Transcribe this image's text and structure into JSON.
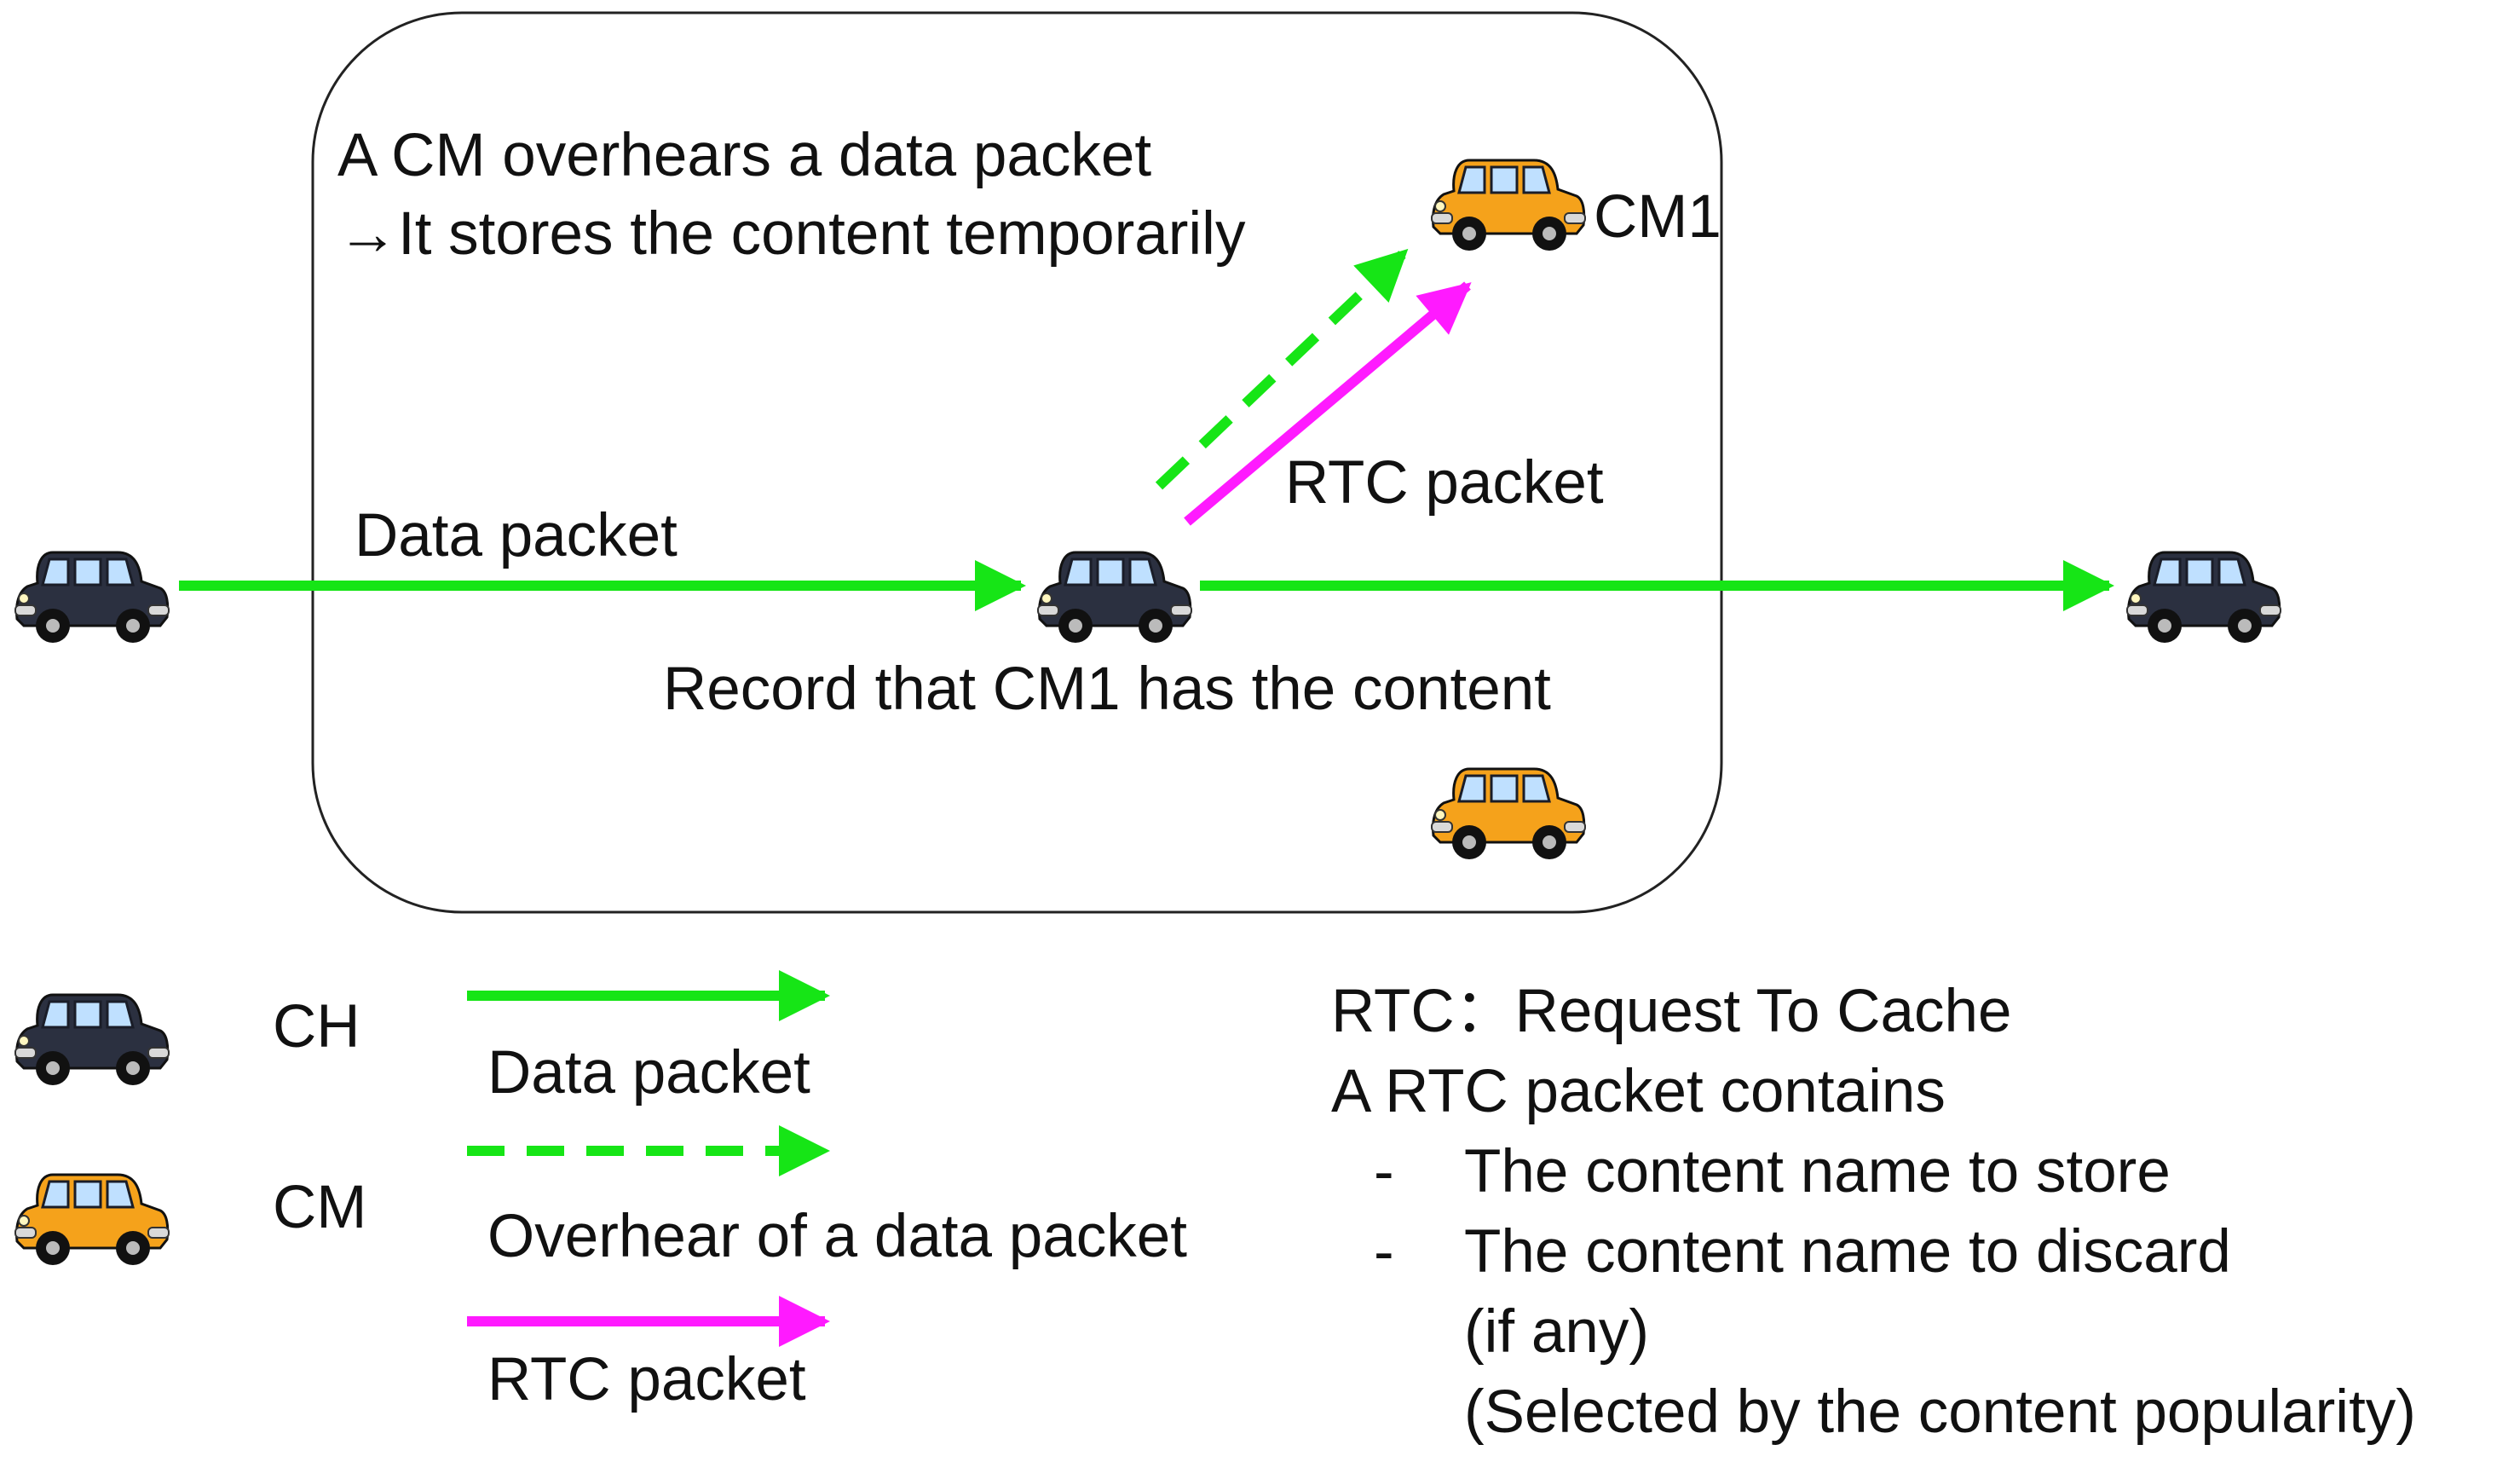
{
  "colors": {
    "data_packet": "#16e516",
    "rtc_packet": "#ff1aff",
    "ch_car": "#2b3040",
    "cm_car": "#f5a21b",
    "text": "#111111"
  },
  "icons": {
    "ch": "black-car-icon",
    "cm": "orange-car-icon"
  },
  "cluster": {
    "note_line1": "A CM overhears a data packet",
    "note_line2": "→It stores the content temporarily",
    "cm1_label": "CM1",
    "rtc_label": "RTC packet",
    "data_label": "Data packet",
    "record_label": "Record that CM1 has the content"
  },
  "legend": {
    "ch_label": "CH",
    "cm_label": "CM",
    "data_packet": "Data packet",
    "overhear": "Overhear of a data packet",
    "rtc_packet": "RTC packet"
  },
  "notes": {
    "rtc_def": "RTC：Request To Cache",
    "contains": "A RTC packet contains",
    "bullet1_dash": "-",
    "bullet1": "The content name to store",
    "bullet2_dash": "-",
    "bullet2": "The content name to discard",
    "bullet2_cont1": "(if any)",
    "bullet2_cont2": "(Selected by the content popularity)"
  }
}
